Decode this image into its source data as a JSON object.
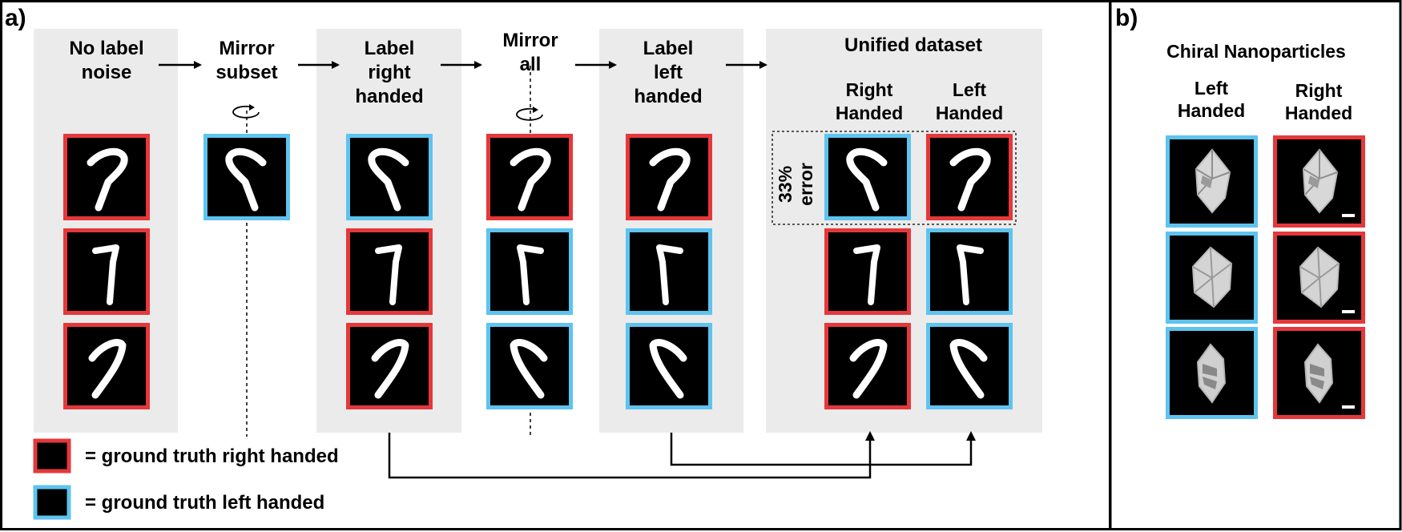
{
  "panel_a_label": "a)",
  "panel_b_label": "b)",
  "colors": {
    "right_handed": "#e5383b",
    "left_handed": "#5ec3ef",
    "column_bg": "#ebebeb",
    "image_bg": "#000000",
    "digit": "#ffffff"
  },
  "columns": [
    {
      "id": "no-label-noise",
      "title_lines": [
        "No label",
        "noise"
      ],
      "shaded": true
    },
    {
      "id": "mirror-subset",
      "title_lines": [
        "Mirror",
        "subset"
      ],
      "shaded": false
    },
    {
      "id": "label-right-handed",
      "title_lines": [
        "Label",
        "right",
        "handed"
      ],
      "shaded": true
    },
    {
      "id": "mirror-all",
      "title_lines": [
        "Mirror",
        "all"
      ],
      "shaded": false
    },
    {
      "id": "label-left-handed",
      "title_lines": [
        "Label",
        "left",
        "handed"
      ],
      "shaded": true
    },
    {
      "id": "unified-dataset",
      "title_lines": [
        "Unified dataset"
      ],
      "shaded": true
    }
  ],
  "unified": {
    "sub_headers": [
      [
        "Right",
        "Handed"
      ],
      [
        "Left",
        "Handed"
      ]
    ],
    "error_label_lines": [
      "33%",
      "error"
    ]
  },
  "tiles": {
    "no_label_noise": [
      "right",
      "right",
      "right"
    ],
    "mirror_subset": [
      "left"
    ],
    "label_right_handed": [
      "left",
      "right",
      "right"
    ],
    "mirror_all": [
      "right",
      "left",
      "left"
    ],
    "label_left_handed": [
      "right",
      "left",
      "left"
    ],
    "unified_right": [
      "left",
      "right",
      "right"
    ],
    "unified_left": [
      "right",
      "left",
      "left"
    ]
  },
  "legend": [
    {
      "color_key": "right",
      "text": "=  ground truth right handed"
    },
    {
      "color_key": "left",
      "text": "=  ground truth left handed"
    }
  ],
  "panel_b": {
    "title": "Chiral Nanoparticles",
    "col_headers": [
      [
        "Left",
        "Handed"
      ],
      [
        "Right",
        "Handed"
      ]
    ],
    "left_tiles": [
      "left",
      "left",
      "left"
    ],
    "right_tiles": [
      "right",
      "right",
      "right"
    ]
  }
}
